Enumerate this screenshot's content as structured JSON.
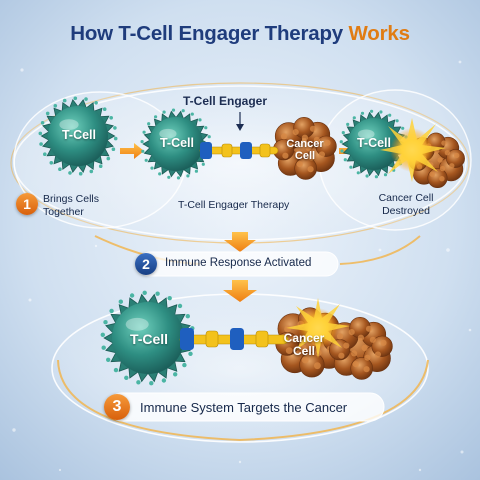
{
  "title": {
    "lead": "How T-Cell Engager Therapy",
    "highlight": "Works"
  },
  "labels": {
    "t_cell": "T-Cell",
    "cancer_cell": "Cancer Cell",
    "engager": "T-Cell Engager"
  },
  "panel_top": {
    "left_caption": "Brings Cells Together",
    "middle_caption": "T-Cell Engager Therapy",
    "right_caption": "Cancer Cell Destroyed"
  },
  "steps": [
    {
      "number": "1",
      "text": "Brings Cells Together"
    },
    {
      "number": "2",
      "text": "Immune Response Activated"
    },
    {
      "number": "3",
      "text": "Immune System Targets the Cancer"
    }
  ],
  "colors": {
    "title": "#1f3c7c",
    "title_highlight": "#e07c13",
    "t_cell": "#2e8e82",
    "cancer_cell": "#a5561f",
    "connector_blue": "#1f5fbf",
    "connector_yellow": "#f3c21c",
    "frame": "#f2b347",
    "step_orange": "#e9741a",
    "step_blue": "#1f4f9c"
  }
}
